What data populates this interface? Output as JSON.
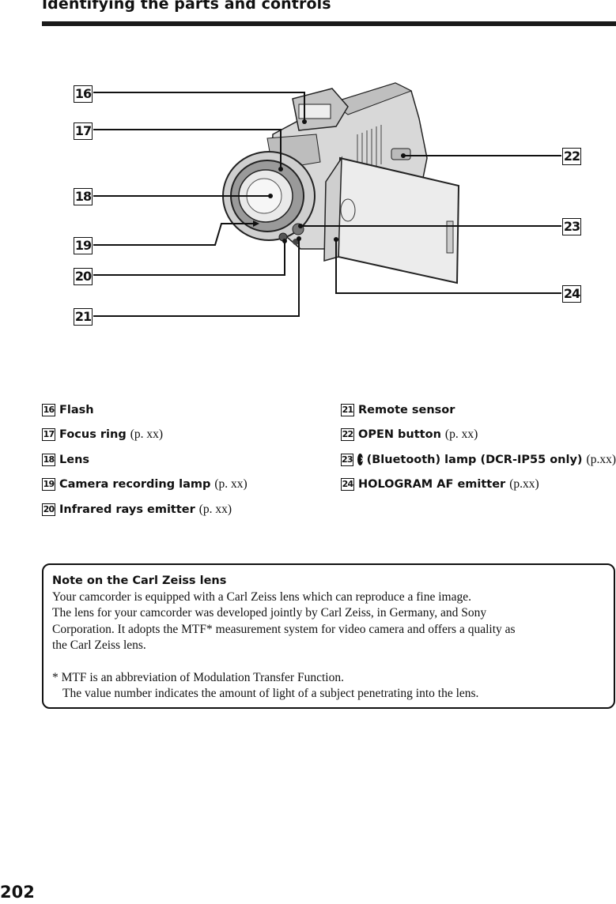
{
  "header": {
    "title": "Identifying the parts and controls"
  },
  "diagram": {
    "callouts": [
      "16",
      "17",
      "18",
      "19",
      "20",
      "21",
      "22",
      "23",
      "24"
    ]
  },
  "parts_left": [
    {
      "num": "16",
      "name": "Flash",
      "ref": ""
    },
    {
      "num": "17",
      "name": "Focus ring",
      "ref": "(p. xx)"
    },
    {
      "num": "18",
      "name": "Lens",
      "ref": ""
    },
    {
      "num": "19",
      "name": "Camera recording lamp",
      "ref": "(p. xx)"
    },
    {
      "num": "20",
      "name": "Infrared rays emitter",
      "ref": "(p. xx)"
    }
  ],
  "parts_right": [
    {
      "num": "21",
      "name": "Remote sensor",
      "ref": ""
    },
    {
      "num": "22",
      "name": "OPEN button",
      "ref": "(p. xx)"
    },
    {
      "num": "23",
      "name": "(Bluetooth) lamp (DCR-IP55 only)",
      "ref": "(p.xx)",
      "icon": "bluetooth-icon"
    },
    {
      "num": "24",
      "name": "HOLOGRAM AF emitter",
      "ref": "(p.xx)"
    }
  ],
  "note": {
    "title": "Note on the Carl Zeiss lens",
    "lines": [
      "Your camcorder is equipped with a Carl Zeiss lens which can reproduce a fine image.",
      "The lens for your camcorder was developed jointly by Carl Zeiss, in Germany, and Sony",
      "Corporation. It adopts the MTF* measurement system for video camera and offers a quality as",
      "the Carl Zeiss lens."
    ],
    "footnote_1": "* MTF is an abbreviation of Modulation Transfer Function.",
    "footnote_2": "The value number indicates the amount of light of a subject penetrating into the lens."
  },
  "page_number": "202"
}
